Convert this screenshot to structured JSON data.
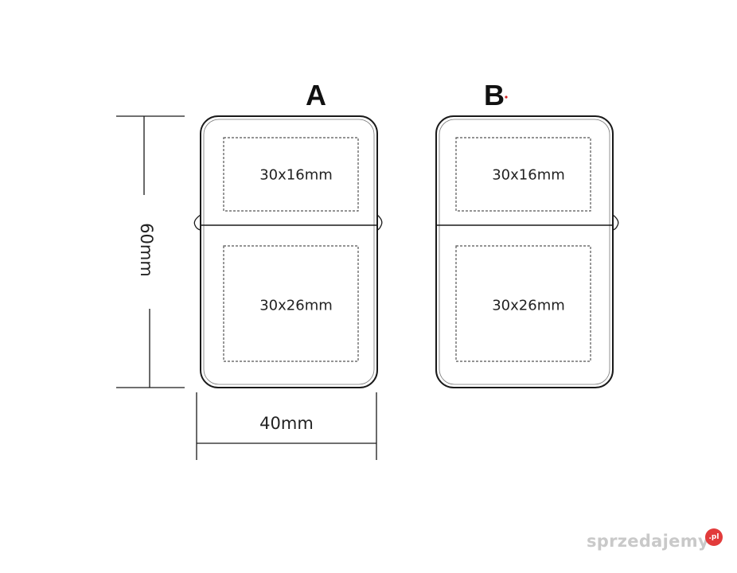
{
  "variants": [
    {
      "label": "A",
      "zones": [
        "30x16mm",
        "30x26mm"
      ]
    },
    {
      "label": "B",
      "zones": [
        "30x16mm",
        "30x26mm"
      ]
    }
  ],
  "dimensions": {
    "height": "60mm",
    "width": "40mm"
  },
  "watermark": {
    "text": "sprzedajemy",
    "badge": ".pl"
  },
  "colors": {
    "stroke": "#1a1a1a",
    "dashed": "#555555",
    "marker": "#d22222"
  }
}
